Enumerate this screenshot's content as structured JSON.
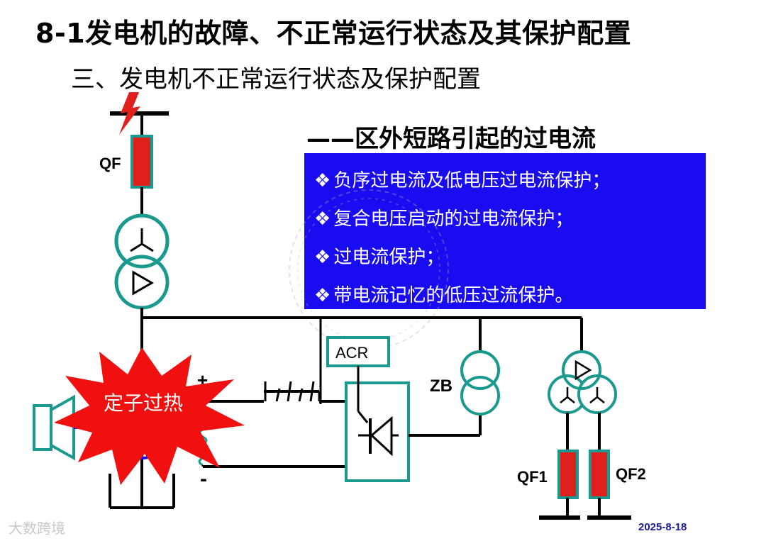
{
  "title": "8-1发电机的故障、不正常运行状态及其保护配置",
  "subtitle": "三、发电机不正常运行状态及保护配置",
  "section_heading": "——区外短路引起的过电流",
  "protection_items": [
    "负序过电流及低电压过电流保护；",
    "复合电压启动的过电流保护；",
    "过电流保护；",
    "带电流记忆的低压过流保护。"
  ],
  "bullet_symbol": "❖",
  "diagram": {
    "breaker_qf": "QF",
    "breaker_qf1": "QF1",
    "breaker_qf2": "QF2",
    "acr_label": "ACR",
    "zb_label": "ZB",
    "plus_sign": "+",
    "minus_sign": "-",
    "fault_label": "定子过热"
  },
  "footer_date": "2025-8-18",
  "watermark": "大数跨境",
  "colors": {
    "breaker_red": "#e0201c",
    "teal": "#1a9a8e",
    "blue_box": "#1a0cf0",
    "fault_red": "#f01010"
  }
}
